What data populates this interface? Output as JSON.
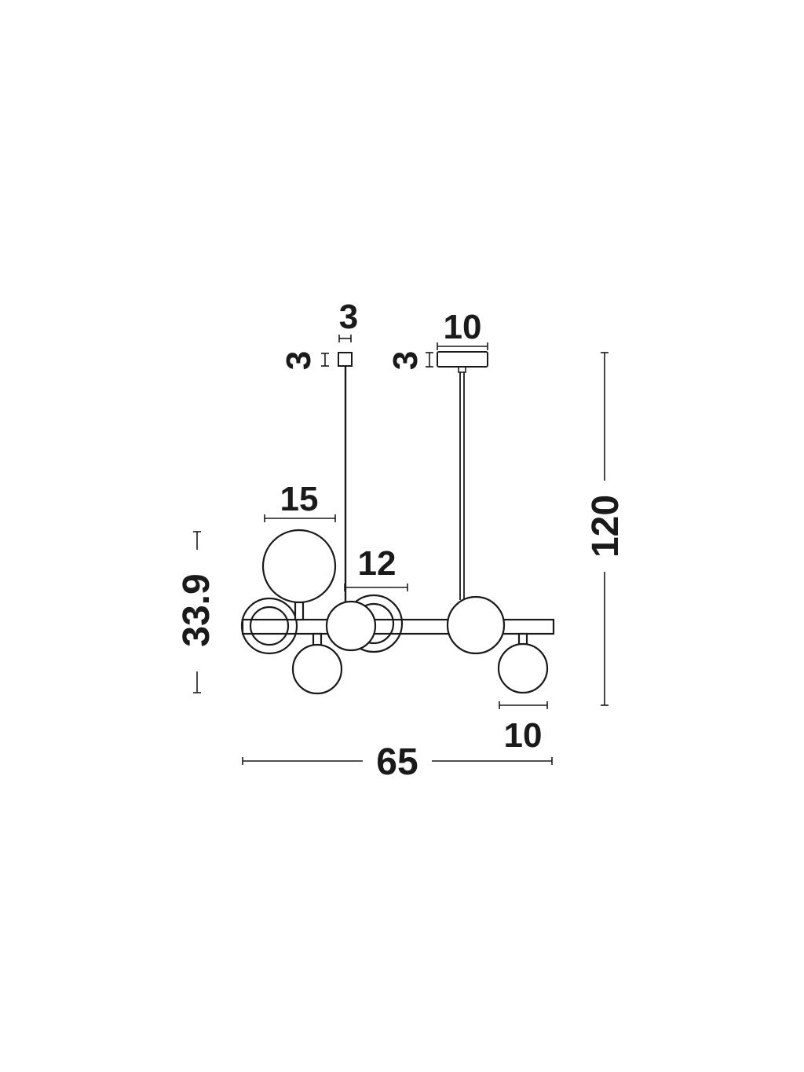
{
  "drawing": {
    "type": "pendant-lamp-dimension-drawing",
    "line_color": "#1a1a1a",
    "background": "#ffffff",
    "dimensions": {
      "canopy_small_width": "3",
      "canopy_small_height": "3",
      "canopy_large_width": "10",
      "canopy_large_height": "3",
      "globe_large_diameter": "15",
      "globe_medium_diameter": "12",
      "globe_small_diameter": "10",
      "fixture_height": "33.9",
      "total_height": "120",
      "total_width": "65"
    }
  }
}
